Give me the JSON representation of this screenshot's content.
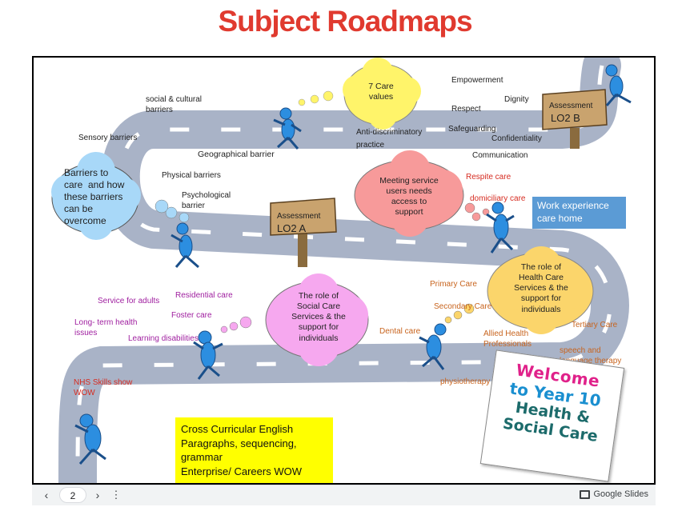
{
  "page": {
    "title": "Subject Roadmaps"
  },
  "road_labels": {
    "social_cultural": "social & cultural\nbarriers",
    "sensory": "Sensory barriers",
    "geographical": "Geographical barrier",
    "physical": "Physical barriers",
    "psychological": "Psychological\nbarrier",
    "anti_discriminatory": "Anti-discriminatory\npractice",
    "empowerment": "Empowerment",
    "dignity": "Dignity",
    "respect": "Respect",
    "safeguarding": "Safeguarding",
    "confidentiality": "Confidentiality",
    "communication": "Communication",
    "respite_care": "Respite care",
    "domiciliary_care": "domiciliary care",
    "service_for_adults": "Service for adults",
    "residential_care": "Residential care",
    "foster_care": "Foster care",
    "long_term_health": "Long- term health\nissues",
    "learning_disabilities": "Learning disabilities",
    "nhs_skills_show": "NHS Skills show\nWOW",
    "primary_care": "Primary Care",
    "secondary_care": "Secondary Care",
    "dental_care": "Dental care",
    "allied_health": "Allied Health\nProfessionals",
    "tertiary_care": "Tertiary Care",
    "speech_language": "speech and\nlanguage therapy",
    "physiotherapy": "physiotherapy"
  },
  "clouds": {
    "care_values": "7 Care\nvalues",
    "barriers": "Barriers to\ncare  and how\nthese barriers\ncan be\novercome",
    "meeting_needs": "Meeting service\nusers needs\naccess to\nsupport",
    "social_care": "The role of\nSocial Care\nServices & the\nsupport for\nindividuals",
    "health_care": "The role of\nHealth Care\nServices & the\nsupport for\nindividuals"
  },
  "signs": {
    "lo2a": {
      "label": "Assessment",
      "code": "LO2 A"
    },
    "lo2b": {
      "label": "Assessment",
      "code": "LO2 B"
    }
  },
  "boxes": {
    "work_experience": "Work experience\ncare home",
    "cross_curricular": "Cross Curricular English\nParagraphs, sequencing,\ngrammar\nEnterprise/ Careers WOW"
  },
  "welcome": {
    "line1": "Welcome",
    "line2": "to Year 10",
    "line3": "Health &",
    "line4": "Social Care"
  },
  "colors": {
    "title_red": "#e03a2f",
    "road": "#a9b3c7",
    "cloud_yellow": "#fff46a",
    "cloud_blue": "#a8d8f8",
    "cloud_pink": "#f79a9a",
    "cloud_magenta": "#f6a8ef",
    "cloud_gold": "#fbd56b",
    "figure_blue": "#2c8ee0",
    "work_box": "#5b9bd5",
    "cross_box": "#ffff00"
  },
  "toolbar": {
    "prev_icon": "chevron-left-icon",
    "page_number": "2",
    "next_icon": "chevron-right-icon",
    "more_icon": "more-vert-icon",
    "brand": "Google Slides"
  }
}
